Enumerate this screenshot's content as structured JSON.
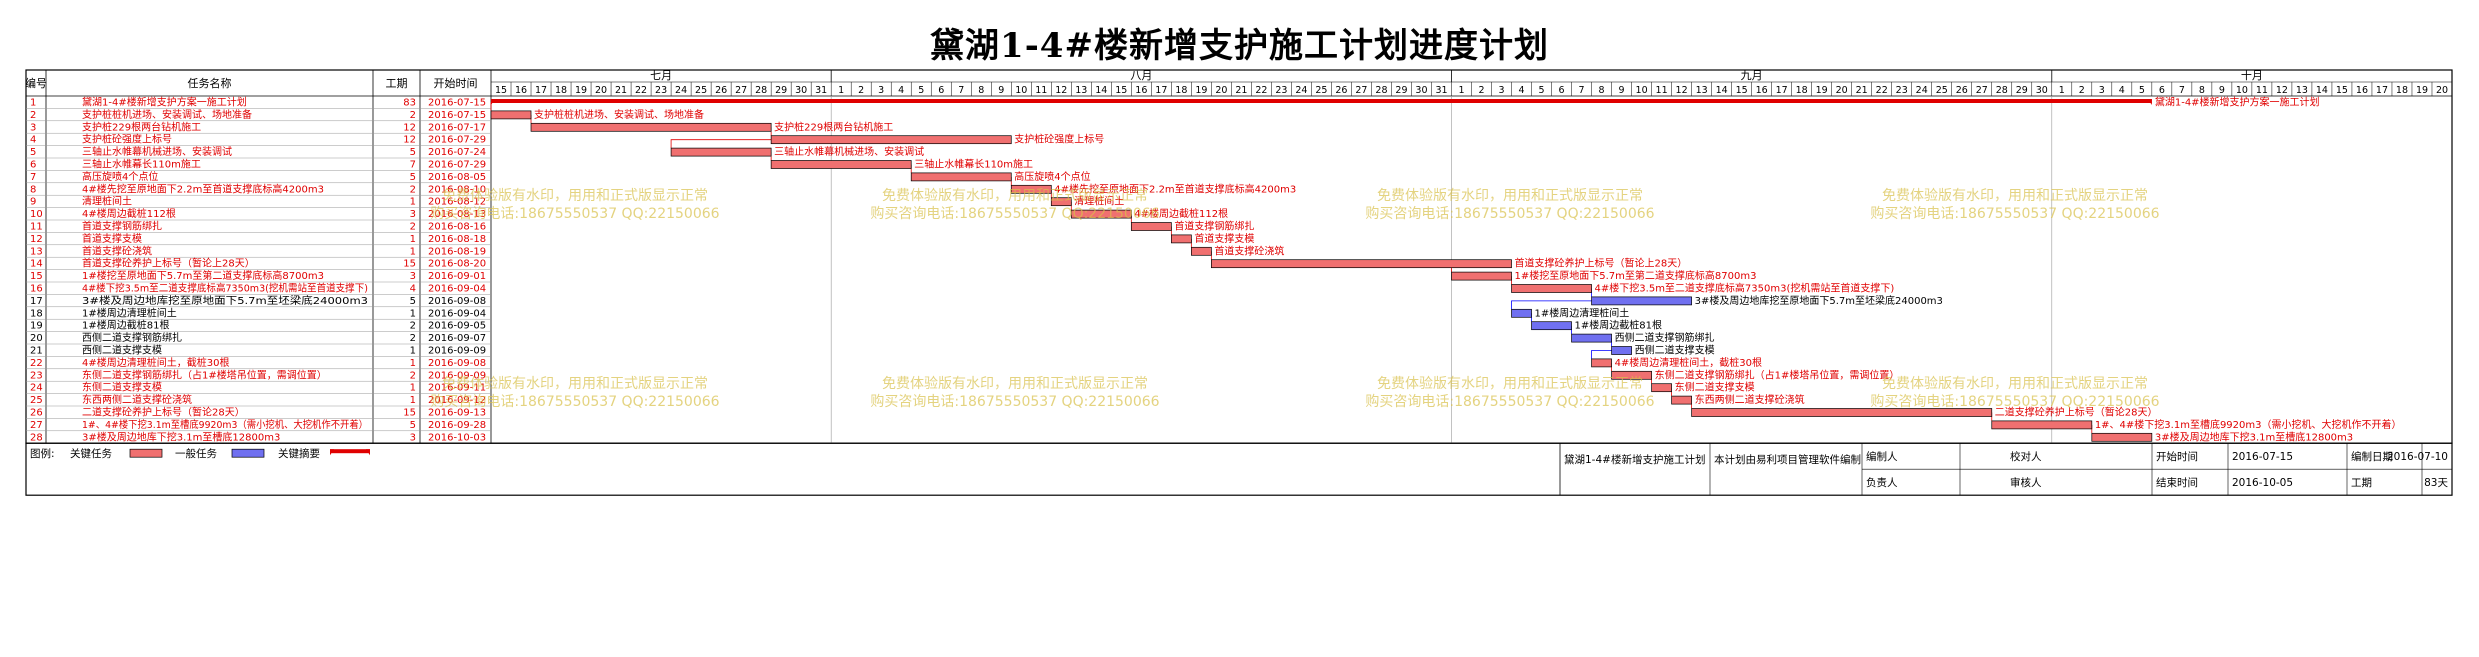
{
  "title": "黛湖1-4#楼新增支护施工计划进度计划",
  "header": {
    "num": "编号",
    "name": "任务名称",
    "dur": "工期",
    "start": "开始时间"
  },
  "months": [
    {
      "label": "七月",
      "days": [
        15,
        16,
        17,
        18,
        19,
        20,
        21,
        22,
        23,
        24,
        25,
        26,
        27,
        28,
        29,
        30,
        31
      ]
    },
    {
      "label": "八月",
      "days": [
        1,
        2,
        3,
        4,
        5,
        6,
        7,
        8,
        9,
        10,
        11,
        12,
        13,
        14,
        15,
        16,
        17,
        18,
        19,
        20,
        21,
        22,
        23,
        24,
        25,
        26,
        27,
        28,
        29,
        30,
        31
      ]
    },
    {
      "label": "九月",
      "days": [
        1,
        2,
        3,
        4,
        5,
        6,
        7,
        8,
        9,
        10,
        11,
        12,
        13,
        14,
        15,
        16,
        17,
        18,
        19,
        20,
        21,
        22,
        23,
        24,
        25,
        26,
        27,
        28,
        29,
        30
      ]
    },
    {
      "label": "十月",
      "days": [
        1,
        2,
        3,
        4,
        5,
        6,
        7,
        8,
        9,
        10,
        11,
        12,
        13,
        14,
        15,
        16,
        17,
        18,
        19,
        20
      ]
    }
  ],
  "chart_data": {
    "type": "gantt",
    "x_range": [
      "2016-07-15",
      "2016-10-20"
    ],
    "tasks": [
      {
        "id": "1",
        "name": "黛湖1-4#楼新增支护方案一施工计划",
        "duration": "83",
        "start": "2016-07-15",
        "bar_start": "2016-07-15",
        "bar_days": 83,
        "kind": "summary",
        "label": "黛湖1-4#楼新增支护方案一施工计划"
      },
      {
        "id": "2",
        "name": "支护桩桩机进场、安装调试、场地准备",
        "duration": "2",
        "start": "2016-07-15",
        "bar_start": "2016-07-15",
        "bar_days": 2,
        "kind": "critical",
        "label": "支护桩桩机进场、安装调试、场地准备"
      },
      {
        "id": "3",
        "name": "支护桩229根两台钻机施工",
        "duration": "12",
        "start": "2016-07-17",
        "bar_start": "2016-07-17",
        "bar_days": 12,
        "kind": "critical",
        "label": "支护桩229根两台钻机施工"
      },
      {
        "id": "4",
        "name": "支护桩砼强度上标号",
        "duration": "12",
        "start": "2016-07-29",
        "bar_start": "2016-07-29",
        "bar_days": 12,
        "kind": "critical",
        "label": "支护桩砼强度上标号"
      },
      {
        "id": "5",
        "name": "三轴止水帷幕机械进场、安装调试",
        "duration": "5",
        "start": "2016-07-24",
        "bar_start": "2016-07-24",
        "bar_days": 5,
        "kind": "critical",
        "label": "三轴止水帷幕机械进场、安装调试"
      },
      {
        "id": "6",
        "name": "三轴止水帷幕长110m施工",
        "duration": "7",
        "start": "2016-07-29",
        "bar_start": "2016-07-29",
        "bar_days": 7,
        "kind": "critical",
        "label": "三轴止水帷幕长110m施工"
      },
      {
        "id": "7",
        "name": "高压旋喷4个点位",
        "duration": "5",
        "start": "2016-08-05",
        "bar_start": "2016-08-05",
        "bar_days": 5,
        "kind": "critical",
        "label": "高压旋喷4个点位"
      },
      {
        "id": "8",
        "name": "4#楼先挖至原地面下2.2m至首道支撑底标高4200m3",
        "duration": "2",
        "start": "2016-08-10",
        "bar_start": "2016-08-10",
        "bar_days": 2,
        "kind": "critical",
        "label": "4#楼先挖至原地面下2.2m至首道支撑底标高4200m3"
      },
      {
        "id": "9",
        "name": "清理桩间土",
        "duration": "1",
        "start": "2016-08-12",
        "bar_start": "2016-08-12",
        "bar_days": 1,
        "kind": "critical",
        "label": "清理桩间土"
      },
      {
        "id": "10",
        "name": "4#楼周边截桩112根",
        "duration": "3",
        "start": "2016-08-13",
        "bar_start": "2016-08-13",
        "bar_days": 3,
        "kind": "critical",
        "label": "4#楼周边截桩112根"
      },
      {
        "id": "11",
        "name": "首道支撑钢筋绑扎",
        "duration": "2",
        "start": "2016-08-16",
        "bar_start": "2016-08-16",
        "bar_days": 2,
        "kind": "critical",
        "label": "首道支撑钢筋绑扎"
      },
      {
        "id": "12",
        "name": "首道支撑支模",
        "duration": "1",
        "start": "2016-08-18",
        "bar_start": "2016-08-18",
        "bar_days": 1,
        "kind": "critical",
        "label": "首道支撑支模"
      },
      {
        "id": "13",
        "name": "首道支撑砼浇筑",
        "duration": "1",
        "start": "2016-08-19",
        "bar_start": "2016-08-19",
        "bar_days": 1,
        "kind": "critical",
        "label": "首道支撑砼浇筑"
      },
      {
        "id": "14",
        "name": "首道支撑砼养护上标号（暂论上28天）",
        "duration": "15",
        "start": "2016-08-20",
        "bar_start": "2016-08-20",
        "bar_days": 15,
        "kind": "critical",
        "label": "首道支撑砼养护上标号（暂论上28天）"
      },
      {
        "id": "15",
        "name": "1#楼挖至原地面下5.7m至第二道支撑底标高8700m3",
        "duration": "3",
        "start": "2016-09-01",
        "bar_start": "2016-09-01",
        "bar_days": 3,
        "kind": "critical",
        "label": "1#楼挖至原地面下5.7m至第二道支撑底标高8700m3"
      },
      {
        "id": "16",
        "name": "4#楼下挖3.5m至二道支撑底标高7350m3(挖机需站至首道支撑下)",
        "duration": "4",
        "start": "2016-09-04",
        "bar_start": "2016-09-04",
        "bar_days": 4,
        "kind": "critical",
        "label": "4#楼下挖3.5m至二道支撑底标高7350m3(挖机需站至首道支撑下)"
      },
      {
        "id": "17",
        "name": "3#楼及周边地库挖至原地面下5.7m至坯梁底24000m3",
        "duration": "5",
        "start": "2016-09-08",
        "bar_start": "2016-09-08",
        "bar_days": 5,
        "kind": "normal",
        "label": "3#楼及周边地库挖至原地面下5.7m至坯梁底24000m3"
      },
      {
        "id": "18",
        "name": "1#楼周边清理桩间土",
        "duration": "1",
        "start": "2016-09-04",
        "bar_start": "2016-09-04",
        "bar_days": 1,
        "kind": "normal",
        "label": "1#楼周边清理桩间土"
      },
      {
        "id": "19",
        "name": "1#楼周边截桩81根",
        "duration": "2",
        "start": "2016-09-05",
        "bar_start": "2016-09-05",
        "bar_days": 2,
        "kind": "normal",
        "label": "1#楼周边截桩81根"
      },
      {
        "id": "20",
        "name": "西侧二道支撑钢筋绑扎",
        "duration": "2",
        "start": "2016-09-07",
        "bar_start": "2016-09-07",
        "bar_days": 2,
        "kind": "normal",
        "label": "西侧二道支撑钢筋绑扎"
      },
      {
        "id": "21",
        "name": "西侧二道支撑支模",
        "duration": "1",
        "start": "2016-09-09",
        "bar_start": "2016-09-09",
        "bar_days": 1,
        "kind": "normal",
        "label": "西侧二道支撑支模"
      },
      {
        "id": "22",
        "name": "4#楼周边清理桩间土，截桩30根",
        "duration": "1",
        "start": "2016-09-08",
        "bar_start": "2016-09-08",
        "bar_days": 1,
        "kind": "critical",
        "label": "4#楼周边清理桩间土，截桩30根"
      },
      {
        "id": "23",
        "name": "东侧二道支撑钢筋绑扎（占1#楼塔吊位置，需调位置）",
        "duration": "2",
        "start": "2016-09-09",
        "bar_start": "2016-09-09",
        "bar_days": 2,
        "kind": "critical",
        "label": "东侧二道支撑钢筋绑扎（占1#楼塔吊位置，需调位置）"
      },
      {
        "id": "24",
        "name": "东侧二道支撑支模",
        "duration": "1",
        "start": "2016-09-11",
        "bar_start": "2016-09-11",
        "bar_days": 1,
        "kind": "critical",
        "label": "东侧二道支撑支模"
      },
      {
        "id": "25",
        "name": "东西两侧二道支撑砼浇筑",
        "duration": "1",
        "start": "2016-09-12",
        "bar_start": "2016-09-12",
        "bar_days": 1,
        "kind": "critical",
        "label": "东西两侧二道支撑砼浇筑"
      },
      {
        "id": "26",
        "name": "二道支撑砼养护上标号（暂论28天）",
        "duration": "15",
        "start": "2016-09-13",
        "bar_start": "2016-09-13",
        "bar_days": 15,
        "kind": "critical",
        "label": "二道支撑砼养护上标号（暂论28天）"
      },
      {
        "id": "27",
        "name": "1#、4#楼下挖3.1m至槽底9920m3（需小挖机、大挖机作不开着）",
        "duration": "5",
        "start": "2016-09-28",
        "bar_start": "2016-09-28",
        "bar_days": 5,
        "kind": "critical",
        "label": "1#、4#楼下挖3.1m至槽底9920m3（需小挖机、大挖机作不开着）"
      },
      {
        "id": "28",
        "name": "3#楼及周边地库下挖3.1m至槽底12800m3",
        "duration": "3",
        "start": "2016-10-03",
        "bar_start": "2016-10-03",
        "bar_days": 3,
        "kind": "critical",
        "label": "3#楼及周边地库下挖3.1m至槽底12800m3"
      }
    ]
  },
  "watermark": {
    "line1": "免费体验版有水印，用用和正式版显示正常",
    "line2": "购买咨询电话:18675550537 QQ:22150066"
  },
  "legend": {
    "label": "图例:",
    "critical": "关键任务",
    "normal": "一般任务",
    "critical_group": "关键摘要"
  },
  "footer": {
    "project": "黛湖1-4#楼新增支护施工计划",
    "software": "本计划由易利项目管理软件编制",
    "editor_label": "编制人",
    "checker_label": "校对人",
    "owner_label": "负责人",
    "reviewer_label": "审核人",
    "start_label": "开始时间",
    "start_value": "2016-07-15",
    "end_label": "结束时间",
    "end_value": "2016-10-05",
    "edit_date_label": "编制日期",
    "edit_date_value": "2016-07-10",
    "duration_label": "工期",
    "duration_value": "83天"
  },
  "colors": {
    "critical_fill": "#f07070",
    "critical_text": "#e00000",
    "normal_fill": "#7070f0",
    "normal_text": "#000000",
    "summary": "#e00000",
    "link": "#0000ff",
    "watermark": "#d8c04a"
  }
}
